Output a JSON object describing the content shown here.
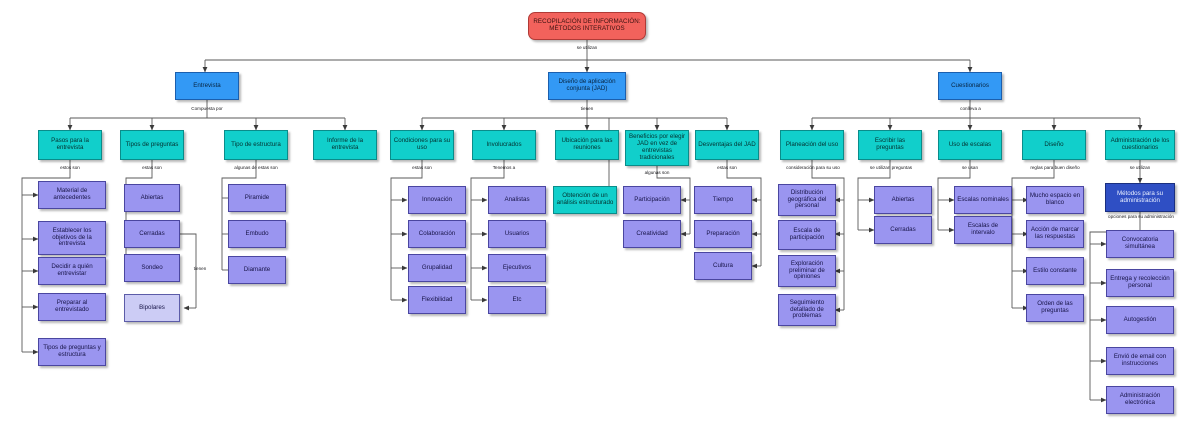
{
  "diagram": {
    "title": "RECOPILACIÓN DE INFORMACIÓN: MÉTODOS INTERATIVOS",
    "root": {
      "label": "RECOPILACIÓN DE INFORMACIÓN: MÉTODOS INTERATIVOS"
    },
    "colors": {
      "root": "#f2625c",
      "level1": "#3399f5",
      "level2": "#11cfcb",
      "leaf": "#9a95f0",
      "leaf_light": "#ccccf5",
      "dark_blue": "#2f4fc4",
      "connector": "#4d4d4d",
      "background": "#ffffff"
    },
    "edge_labels": {
      "root_to_level1": "se utilizan",
      "entrevista": "Compuesta por",
      "jad": "tienen",
      "cuestionarios": "conlleva a",
      "pasos_entrevista": "estos son",
      "tipos_preguntas": "estas son",
      "tipo_estructura": "algunas de estas son",
      "cerradas_bipolares": "tienen",
      "condiciones_uso": "estas son",
      "involucrados": "Tenemos a",
      "beneficios_jad": "algunas son",
      "desventajas_jad": "estas son",
      "planeacion_uso": "consideración para su uso",
      "escribir_preguntas": "se utilizan preguntas",
      "uso_escalas": "se usan",
      "diseno": "reglas para buen diseño",
      "administracion": "se utilizan",
      "metodos_admin": "opciones para su administración"
    },
    "level1": [
      {
        "id": "entrevista",
        "label": "Entrevista"
      },
      {
        "id": "jad",
        "label": "Diseño de aplicación conjunta (JAD)"
      },
      {
        "id": "cuestionarios",
        "label": "Cuestionarios"
      }
    ],
    "branches": {
      "entrevista": [
        {
          "id": "pasos",
          "label": "Pasos para la entrevista",
          "children": [
            "Material de antecedentes",
            "Establecer los objetivos de la entrevista",
            "Decidir a quién entrevistar",
            "Preparar al entrevistado",
            "Tipos de preguntas y estructura"
          ]
        },
        {
          "id": "tipos_preguntas",
          "label": "Tipos de preguntas",
          "children": [
            "Abiertas",
            "Cerradas",
            "Sondeo"
          ],
          "extra": [
            "Bipolares"
          ]
        },
        {
          "id": "tipo_estructura",
          "label": "Tipo de estructura",
          "children": [
            "Piramide",
            "Embudo",
            "Diamante"
          ]
        },
        {
          "id": "informe",
          "label": "Informe de la entrevista",
          "children": []
        }
      ],
      "jad": [
        {
          "id": "condiciones",
          "label": "Condiciones para su uso",
          "children": [
            "Innovación",
            "Colaboración",
            "Grupalidad",
            "Flexibilidad"
          ]
        },
        {
          "id": "involucrados",
          "label": "Involucrados",
          "children": [
            "Analistas",
            "Usuarios",
            "Ejecutivos",
            "Etc"
          ]
        },
        {
          "id": "ubicacion",
          "label": "Ubicación para las reuniones",
          "children": []
        },
        {
          "id": "beneficios",
          "label": "Beneficios por elegir JAD en vez de entrevistas tradicionales",
          "children": [
            "Participación",
            "Creatividad"
          ]
        },
        {
          "id": "desventajas",
          "label": "Desventajas del JAD",
          "children": [
            "Tiempo",
            "Preparación",
            "Cultura"
          ]
        }
      ],
      "cuestionarios": [
        {
          "id": "planeacion",
          "label": "Planeación del uso",
          "children": [
            "Distribución geográfica del personal",
            "Escala de participación",
            "Exploración preliminar de opiniones",
            "Seguimiento detallado de problemas"
          ]
        },
        {
          "id": "escribir",
          "label": "Escribir las preguntas",
          "children": [
            "Abiertas",
            "Cerradas"
          ]
        },
        {
          "id": "escalas",
          "label": "Uso de escalas",
          "children": [
            "Escalas nominales",
            "Escalas de intervalo"
          ]
        },
        {
          "id": "diseno",
          "label": "Diseño",
          "children": [
            "Mucho espacio en blanco",
            "Acción de marcar las respuestas",
            "Estilo constante",
            "Orden de las preguntas"
          ]
        },
        {
          "id": "administracion",
          "label": "Administración de los cuestionarios",
          "children": []
        }
      ]
    },
    "special_nodes": {
      "analisis": "Obtención de un análisis estructurado",
      "metodos": "Métodos para su administración",
      "metodos_children": [
        "Convocatoria simultánea",
        "Entrega y recolección personal",
        "Autogestión",
        "Envió de email con instrucciones",
        "Administración electrónica"
      ]
    }
  }
}
